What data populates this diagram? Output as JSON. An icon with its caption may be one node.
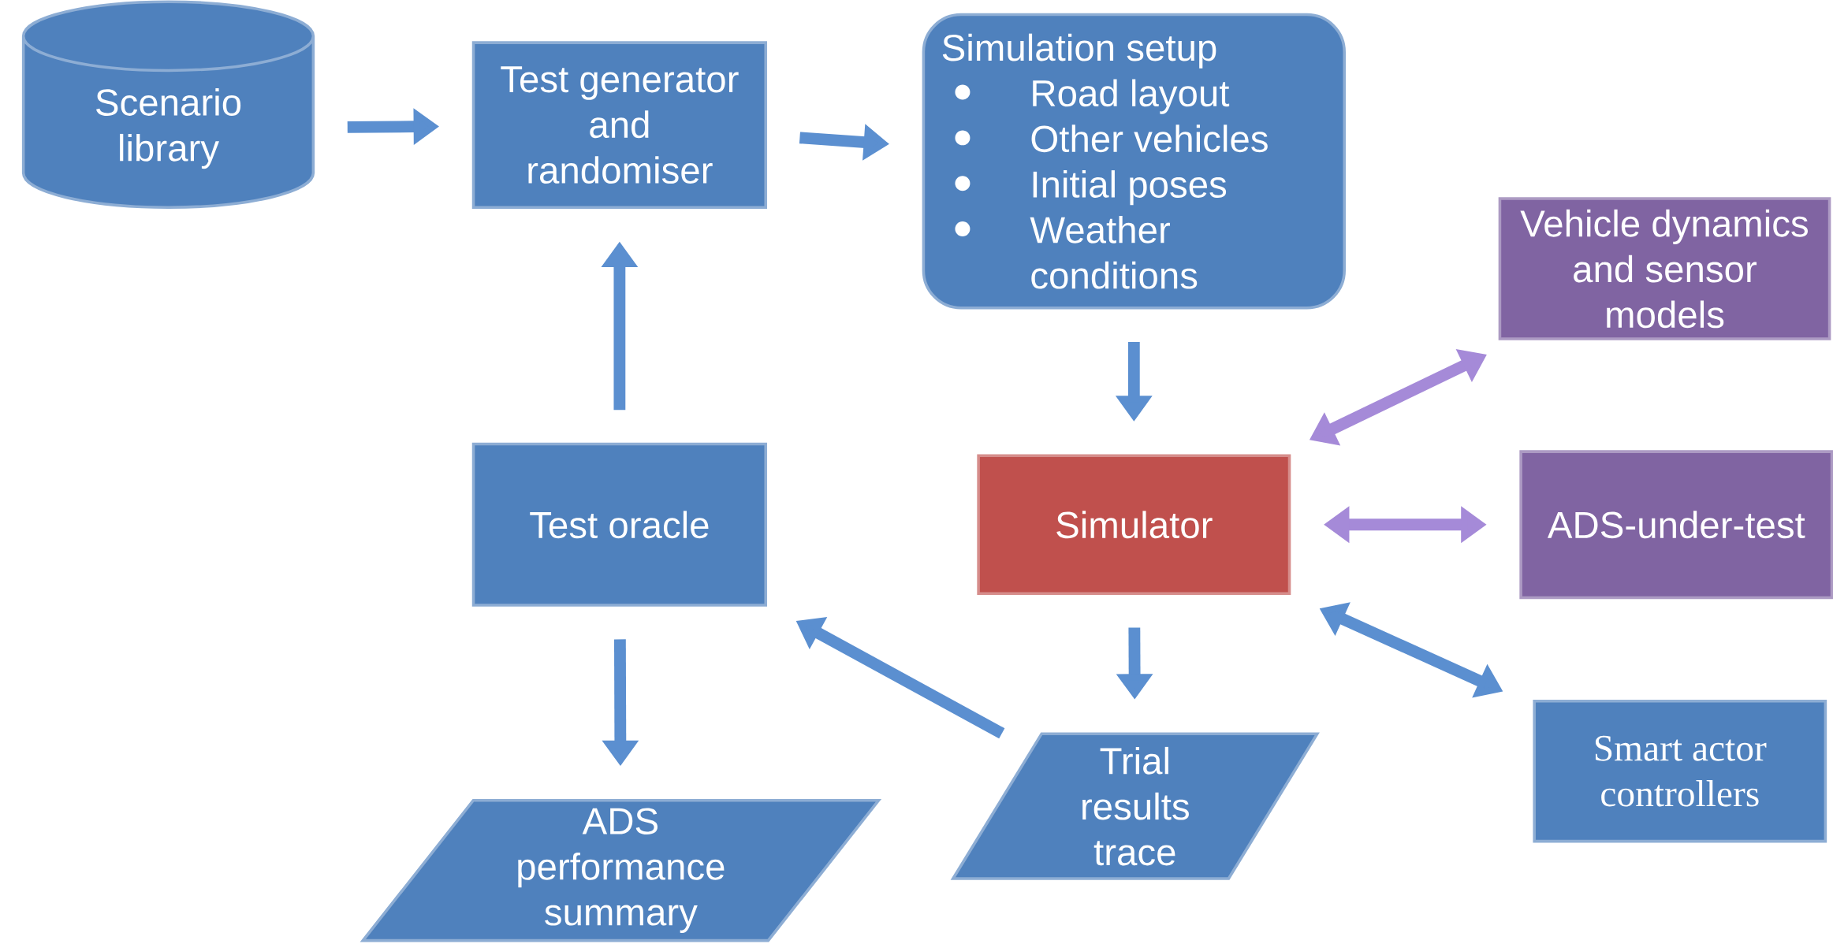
{
  "diagram": {
    "nodes": [
      {
        "text": [
          "Scenario library"
        ]
      },
      {
        "text": [
          "Test generator and randomiser"
        ]
      },
      {
        "text": [
          "Simulation setup",
          "Road layout",
          "Other vehicles",
          "Initial poses",
          "Weather conditions"
        ]
      },
      {
        "text": [
          "Vehicle dynamics and sensor models"
        ]
      },
      {
        "text": [
          "Test oracle"
        ]
      },
      {
        "text": [
          "Simulator"
        ]
      },
      {
        "text": [
          "ADS-under-test"
        ]
      },
      {
        "text": [
          "Trial results trace"
        ]
      },
      {
        "text": [
          "Smart actor controllers"
        ]
      },
      {
        "text": [
          "ADS performance summary"
        ]
      }
    ],
    "edges": [
      {
        "from": 0,
        "to": 1,
        "arrow": "to"
      },
      {
        "from": 1,
        "to": 2,
        "arrow": "to"
      },
      {
        "from": 4,
        "to": 1,
        "arrow": "to"
      },
      {
        "from": 2,
        "to": 5,
        "arrow": "to"
      },
      {
        "from": 5,
        "to": 3,
        "arrow": "both",
        "color": "#a58ad8"
      },
      {
        "from": 5,
        "to": 6,
        "arrow": "both",
        "color": "#a58ad8"
      },
      {
        "from": 5,
        "to": 8,
        "arrow": "both"
      },
      {
        "from": 5,
        "to": 7,
        "arrow": "to"
      },
      {
        "from": 7,
        "to": 4,
        "arrow": "to"
      },
      {
        "from": 4,
        "to": 9,
        "arrow": "to"
      }
    ]
  }
}
